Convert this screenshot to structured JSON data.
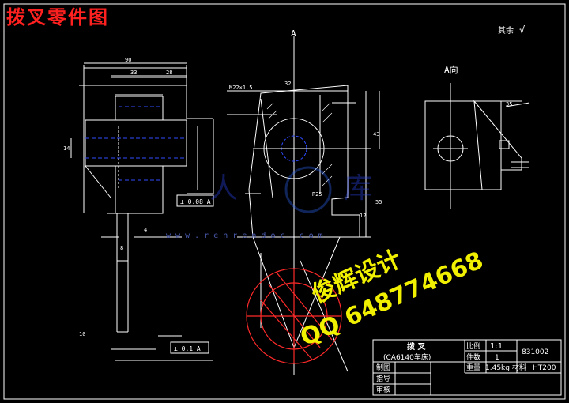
{
  "drawing_title": "拨叉零件图",
  "surface_note": "其余",
  "roughness_symbol": "√",
  "section_label": "A",
  "view_label": "A向",
  "watermark": {
    "brand": "俊辉设计",
    "qq": "QQ 648774668",
    "site": "w w w . r e n r e n d o c . c o m"
  },
  "dimensions": {
    "front_width": "90",
    "front_half_left": "33",
    "front_half_right": "28",
    "thread": "M22×1.5",
    "tol1": "⊥ 0.08 A",
    "tol2": "⊥ 0.1 A",
    "dim_10": "10",
    "dim_14": "14",
    "dim_43": "43",
    "dim_8": "8",
    "dim_r25": "R25",
    "dim_32": "32",
    "dim_55": "55",
    "dim_4": "4",
    "dim_35": "35",
    "dim_12": "12"
  },
  "title_block": {
    "part_name": "拨 叉",
    "machine": "(CA6140车床)",
    "scale_label": "比例",
    "scale_value": "1:1",
    "count_label": "件数",
    "count_value": "1",
    "drawing_no": "831002",
    "weight_label": "重量",
    "weight_value": "1.45kg",
    "material_label": "材料",
    "material_value": "HT200",
    "row_draw": "制图",
    "row_guide": "指导",
    "row_review": "审核"
  },
  "colors": {
    "background": "#000000",
    "geometry": "#ffffff",
    "hidden_lines": "#2f4bff",
    "section_red": "#ff2a2a",
    "watermark": "#f0f000",
    "title": "#ff2020"
  }
}
